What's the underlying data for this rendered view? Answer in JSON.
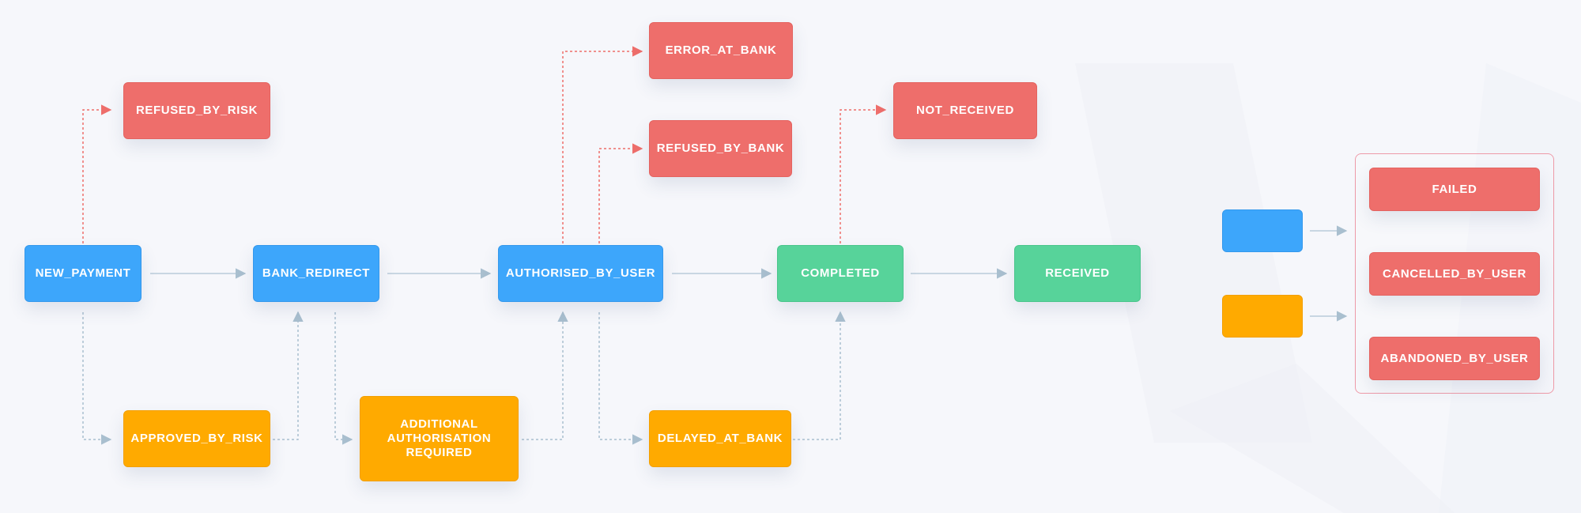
{
  "diagram": {
    "nodes": {
      "new_payment": "NEW_PAYMENT",
      "bank_redirect": "BANK_REDIRECT",
      "authorised_by_user": "AUTHORISED_BY_USER",
      "completed": "COMPLETED",
      "received": "RECEIVED",
      "refused_by_risk": "REFUSED_BY_RISK",
      "error_at_bank": "ERROR_AT_BANK",
      "refused_by_bank": "REFUSED_BY_BANK",
      "not_received": "NOT_RECEIVED",
      "approved_by_risk": "APPROVED_BY_RISK",
      "additional_authorisation_required": "ADDITIONAL\nAUTHORISATION\nREQUIRED",
      "delayed_at_bank": "DELAYED_AT_BANK"
    },
    "group": {
      "failed": "FAILED",
      "cancelled_by_user": "CANCELLED_BY_USER",
      "abandoned_by_user": "ABANDONED_BY_USER"
    },
    "edges": [
      [
        "new_payment",
        "bank_redirect"
      ],
      [
        "bank_redirect",
        "authorised_by_user"
      ],
      [
        "authorised_by_user",
        "completed"
      ],
      [
        "completed",
        "received"
      ],
      [
        "new_payment",
        "refused_by_risk"
      ],
      [
        "new_payment",
        "approved_by_risk"
      ],
      [
        "approved_by_risk",
        "bank_redirect"
      ],
      [
        "bank_redirect",
        "additional_authorisation_required"
      ],
      [
        "additional_authorisation_required",
        "authorised_by_user"
      ],
      [
        "authorised_by_user",
        "error_at_bank"
      ],
      [
        "authorised_by_user",
        "refused_by_bank"
      ],
      [
        "authorised_by_user",
        "delayed_at_bank"
      ],
      [
        "delayed_at_bank",
        "completed"
      ],
      [
        "completed",
        "not_received"
      ],
      [
        "blue_swatch",
        "failure_group"
      ],
      [
        "orange_swatch",
        "failure_group"
      ]
    ],
    "colors": {
      "success": "#3da6fb",
      "final_success": "#57d39a",
      "intermediate": "#ffaa00",
      "failure": "#ee6e6b",
      "solid_edge": "#a9bfcf",
      "failure_edge": "#ee6e6b",
      "group_border": "#ee9aa8"
    }
  }
}
